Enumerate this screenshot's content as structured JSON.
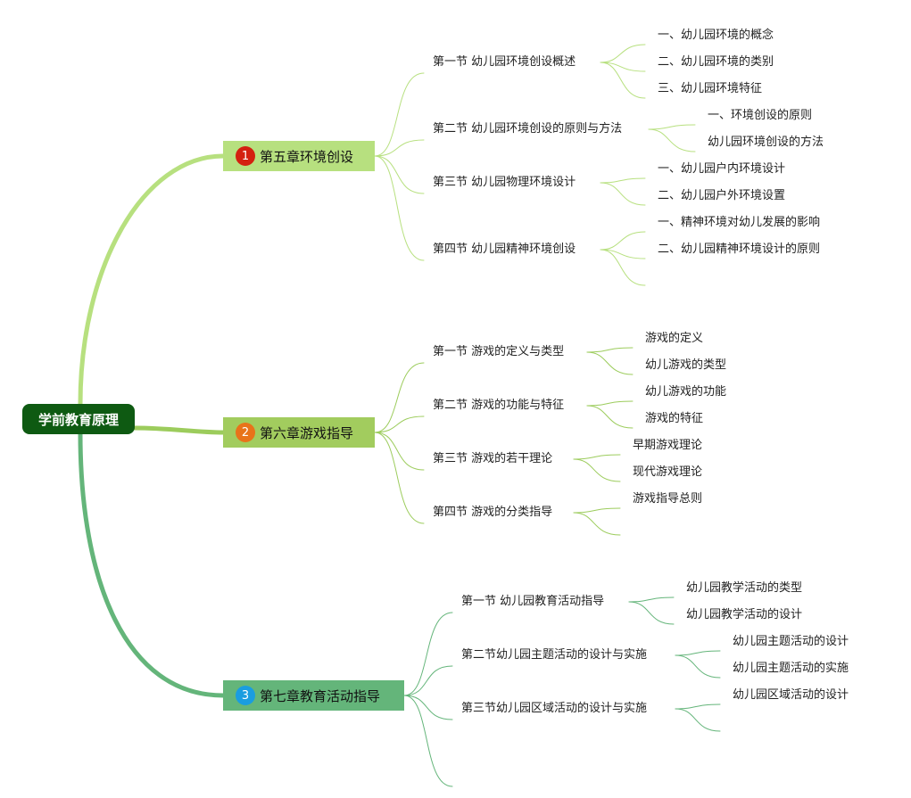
{
  "root": {
    "label": "学前教育原理"
  },
  "chapters": [
    {
      "badge": "1",
      "label": "第五章环境创设",
      "color": "#b7e07f",
      "badge_color": "#d42010",
      "line_color": "#b7e07f",
      "sections": [
        {
          "label": "第一节 幼儿园环境创设概述",
          "items": [
            "一、幼儿园环境的概念",
            "二、幼儿园环境的类别",
            "三、幼儿园环境特征"
          ]
        },
        {
          "label": "第二节 幼儿园环境创设的原则与方法",
          "items": [
            "一、环境创设的原则",
            "幼儿园环境创设的方法"
          ]
        },
        {
          "label": "第三节 幼儿园物理环境设计",
          "items": [
            "一、幼儿园户内环境设计",
            "二、幼儿园户外环境设置"
          ]
        },
        {
          "label": "第四节 幼儿园精神环境创设",
          "items": [
            "一、精神环境对幼儿发展的影响",
            "二、幼儿园精神环境设计的原则",
            ""
          ]
        }
      ]
    },
    {
      "badge": "2",
      "label": "第六章游戏指导",
      "color": "#a2cc5e",
      "badge_color": "#e8731a",
      "line_color": "#9ccc5c",
      "sections": [
        {
          "label": "第一节 游戏的定义与类型",
          "items": [
            "游戏的定义",
            "幼儿游戏的类型"
          ]
        },
        {
          "label": "第二节 游戏的功能与特征",
          "items": [
            "幼儿游戏的功能",
            "游戏的特征"
          ]
        },
        {
          "label": "第三节 游戏的若干理论",
          "items": [
            "早期游戏理论",
            "现代游戏理论"
          ]
        },
        {
          "label": "第四节 游戏的分类指导",
          "items": [
            "游戏指导总则",
            ""
          ]
        }
      ]
    },
    {
      "badge": "3",
      "label": "第七章教育活动指导",
      "color": "#64b57a",
      "badge_color": "#1a9de0",
      "line_color": "#64b57a",
      "sections": [
        {
          "label": "第一节 幼儿园教育活动指导",
          "items": [
            "幼儿园教学活动的类型",
            "幼儿园教学活动的设计"
          ]
        },
        {
          "label": "第二节幼儿园主题活动的设计与实施",
          "items": [
            "幼儿园主题活动的设计",
            "幼儿园主题活动的实施"
          ]
        },
        {
          "label": "第三节幼儿园区域活动的设计与实施",
          "items": [
            "幼儿园区域活动的设计",
            ""
          ]
        },
        {
          "label": "",
          "items": []
        }
      ]
    }
  ]
}
